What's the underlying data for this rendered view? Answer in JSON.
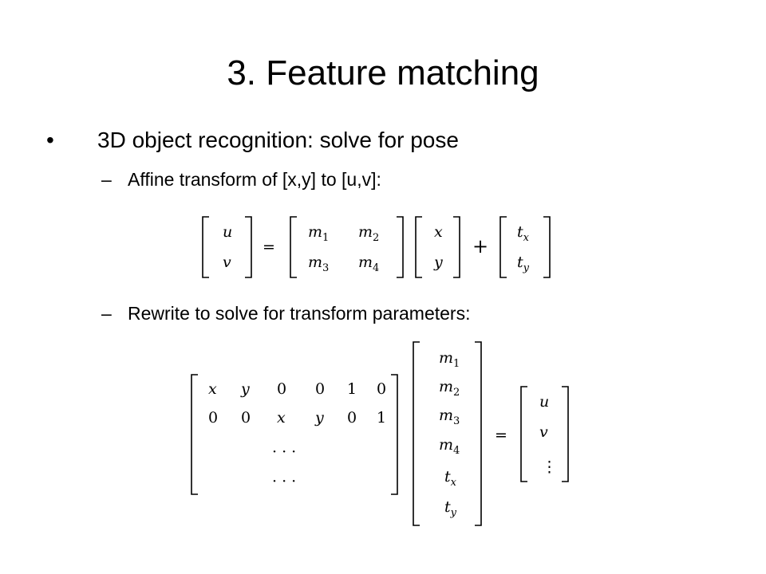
{
  "slide": {
    "title": "3. Feature matching",
    "bullet_marker": "•",
    "bullet_text": "3D object recognition: solve for pose",
    "sub_marker": "–",
    "sub1": "Affine transform of [x,y] to [u,v]:",
    "sub2": "Rewrite to solve for transform parameters:"
  },
  "eq1": {
    "lhs": [
      "u",
      "v"
    ],
    "equals": "=",
    "matrix": [
      [
        "m1",
        "m2"
      ],
      [
        "m3",
        "m4"
      ]
    ],
    "vector": [
      "x",
      "y"
    ],
    "plus": "+",
    "translation": [
      "tx",
      "ty"
    ]
  },
  "eq2": {
    "matrix_rows": [
      [
        "x",
        "y",
        "0",
        "0",
        "1",
        "0"
      ],
      [
        "0",
        "0",
        "x",
        "y",
        "0",
        "1"
      ]
    ],
    "ellipsis": "· · ·",
    "params": [
      "m1",
      "m2",
      "m3",
      "m4",
      "tx",
      "ty"
    ],
    "equals": "=",
    "rhs": [
      "u",
      "v",
      "⋮"
    ]
  }
}
